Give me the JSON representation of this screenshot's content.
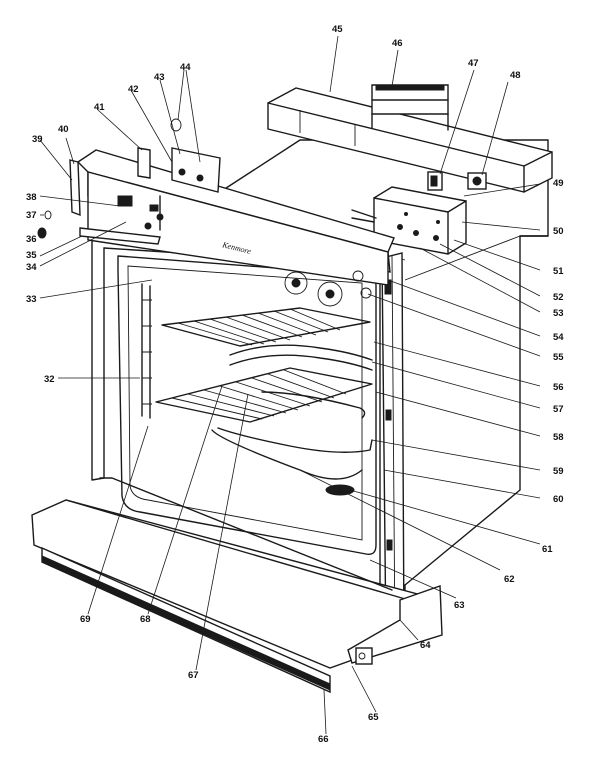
{
  "brand_script": "Kenmore",
  "callouts": [
    "33",
    "34",
    "35",
    "36",
    "37",
    "38",
    "39",
    "40",
    "41",
    "42",
    "43",
    "44",
    "45",
    "46",
    "47",
    "48",
    "49",
    "50",
    "51",
    "52",
    "53",
    "54",
    "55",
    "56",
    "57",
    "58",
    "59",
    "60",
    "61",
    "62",
    "63",
    "64",
    "65",
    "66",
    "67",
    "68",
    "69",
    "32"
  ]
}
